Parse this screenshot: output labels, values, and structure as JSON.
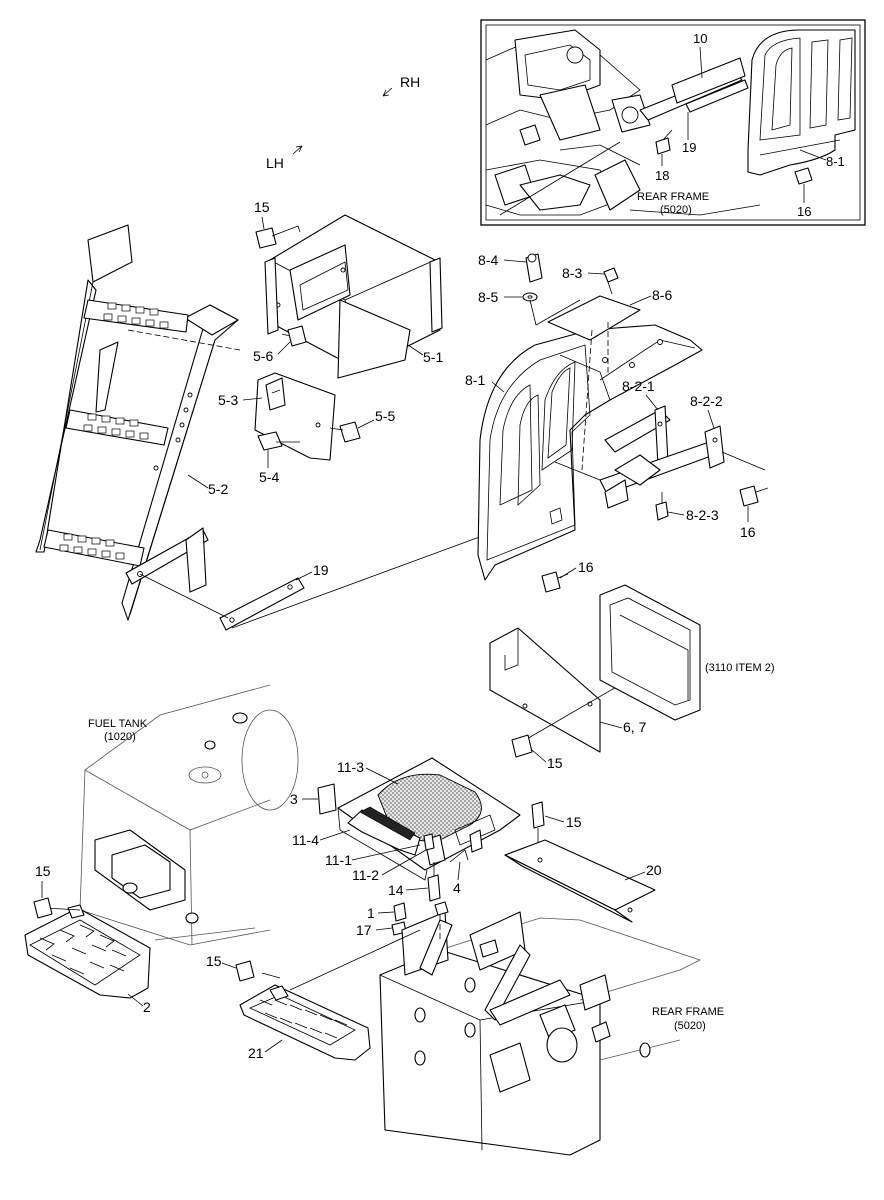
{
  "diagram": {
    "direction_labels": {
      "rh": "RH",
      "lh": "LH"
    },
    "references": {
      "fuel_tank": {
        "line1": "FUEL TANK",
        "line2": "(1020)"
      },
      "rear_frame_inset": {
        "line1": "REAR FRAME",
        "line2": "(5020)"
      },
      "rear_frame_main": {
        "line1": "REAR FRAME",
        "line2": "(5020)"
      },
      "item_3110": "(3110 ITEM 2)"
    },
    "callouts": {
      "c10": "10",
      "c19_inset": "19",
      "c18": "18",
      "c8_1_inset": "8-1",
      "c16_inset": "16",
      "c15_top": "15",
      "c5_6": "5-6",
      "c5_1": "5-1",
      "c5_3": "5-3",
      "c5_5": "5-5",
      "c5_4": "5-4",
      "c5_2": "5-2",
      "c19_main": "19",
      "c8_4": "8-4",
      "c8_3": "8-3",
      "c8_5": "8-5",
      "c8_6": "8-6",
      "c8_1_main": "8-1",
      "c8_2_1": "8-2-1",
      "c8_2_2": "8-2-2",
      "c8_2_3": "8-2-3",
      "c16_right": "16",
      "c16_mid": "16",
      "c6_7": "6, 7",
      "c15_mid": "15",
      "c11_3": "11-3",
      "c3": "3",
      "c11_4": "11-4",
      "c11_1": "11-1",
      "c11_2": "11-2",
      "c14": "14",
      "c4": "4",
      "c15_right": "15",
      "c20": "20",
      "c15_left": "15",
      "c2": "2",
      "c1": "1",
      "c17": "17",
      "c15_bottom": "15",
      "c21": "21"
    }
  }
}
